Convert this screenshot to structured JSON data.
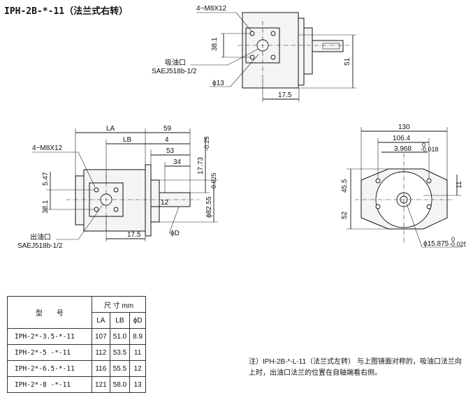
{
  "title": "IPH-2B-*-11（法兰式右转）",
  "top_view": {
    "bolt_label": "4~M8X12",
    "inlet_label": "吸油口",
    "inlet_spec": "SAEJ518b-1/2",
    "dim_38_1": "38.1",
    "dim_51": "51",
    "dim_phi13": "ϕ13",
    "dim_17_5": "17.5"
  },
  "side_view": {
    "dim_LA": "LA",
    "dim_LB": "LB",
    "dim_59": "59",
    "dim_4": "4",
    "dim_53": "53",
    "dim_34": "34",
    "dim_12": "12",
    "dim_17_5": "17.5",
    "dim_5_47": "5.47",
    "dim_38_1": "38.1",
    "dim_17_73": "17.73",
    "tol_17_73": "-0.25",
    "dim_phi82_55": "ϕ82.55",
    "tol_phi82_55": "-0.025",
    "bolt_label": "4~M8X12",
    "outlet_label": "出油口",
    "outlet_spec": "SAEJ518b-1/2",
    "dim_phiD": "ϕD"
  },
  "front_view": {
    "dim_130": "130",
    "dim_106_4": "106.4",
    "dim_3_968": "3.968",
    "tol_3_968": "-0.018",
    "dim_45_5": "45.5",
    "dim_52": "52",
    "dim_11": "11",
    "dim_phi15_875": "ϕ15.875",
    "tol_phi15_875": "-0.025",
    "tol_zero": "0"
  },
  "table": {
    "col_model": "型　　号",
    "col_size": "尺 寸 mm",
    "headers": [
      "LA",
      "LB",
      "ϕD"
    ],
    "rows": [
      {
        "model": "IPH-2*-3.5-*-11",
        "la": "107",
        "lb": "51.0",
        "d": "8.9"
      },
      {
        "model": "IPH-2*-5   -*-11",
        "la": "112",
        "lb": "53.5",
        "d": "11"
      },
      {
        "model": "IPH-2*-6.5-*-11",
        "la": "116",
        "lb": "55.5",
        "d": "12"
      },
      {
        "model": "IPH-2*-8   -*-11",
        "la": "121",
        "lb": "58.0",
        "d": "13"
      }
    ]
  },
  "note": "注）IPH-2B-*-L-11（法兰式左转） 与上图镜面对称的，吸油口法兰向上时，出油口法兰的位置在自轴端看右侧。"
}
